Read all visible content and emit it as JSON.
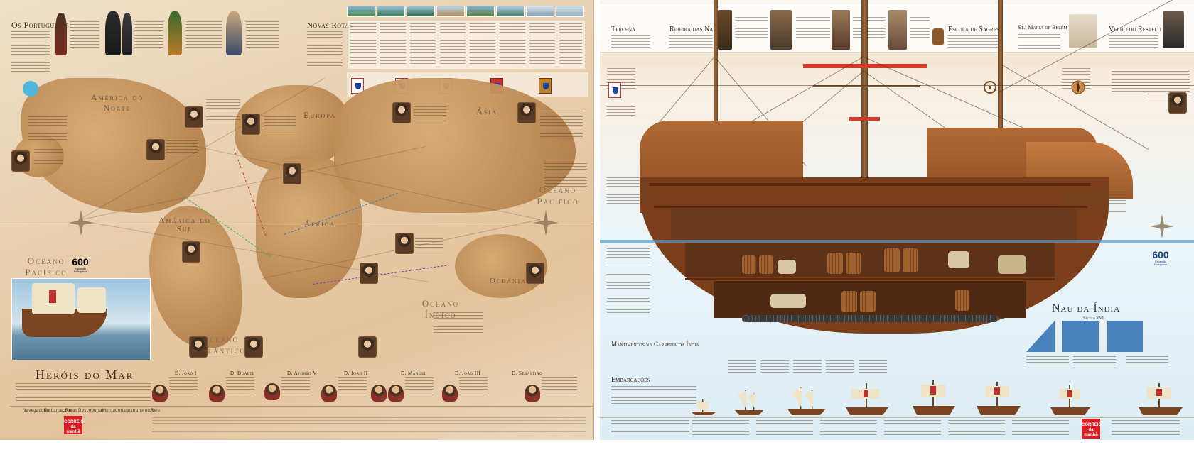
{
  "left_page": {
    "title_top_left": "Os Portugueses",
    "title_routes": "Novas Rotas",
    "main_title": "Heróis do Mar",
    "oceans": [
      "Oceano Pacífico",
      "Oceano Atlântico",
      "Oceano Índico",
      "Oceano Pacífico"
    ],
    "continents": [
      "América do Norte",
      "América do Sul",
      "Europa",
      "Ásia",
      "África",
      "Oceania"
    ],
    "badge": {
      "number": "600",
      "subtitle": "Expansão Portuguesa"
    },
    "kings": [
      "D. João I",
      "D. Duarte",
      "D. Afonso V",
      "D. João II",
      "D. Manuel",
      "D. João III",
      "D. Sebastião"
    ],
    "navbar": [
      "Navegadores",
      "Embarcações",
      "Rotas",
      "Descobertas",
      "Mercadorias",
      "Instrumentos",
      "Reis"
    ],
    "logo": "CORREIO da manhã"
  },
  "right_page": {
    "header_sections": [
      "Tercena",
      "Ribeira das Naus",
      "Escola de Sagres",
      "St.ª Maria de Belém",
      "Velho do Restelo"
    ],
    "ship_title": "Nau da Índia",
    "ship_subtitle": "Século XVI",
    "provisions_title": "Mantimentos na Carreira da Índia",
    "vessels_title": "Embarcações",
    "badge": {
      "number": "600",
      "subtitle": "Expansão Portuguesa"
    },
    "logo": "CORREIO da manhã"
  },
  "colors": {
    "parchment": "#e8cfae",
    "sea": "#dcedf4",
    "wood": "#8c4a22",
    "accent_red": "#d61e25",
    "flag_blue": "#2f6fb3"
  }
}
